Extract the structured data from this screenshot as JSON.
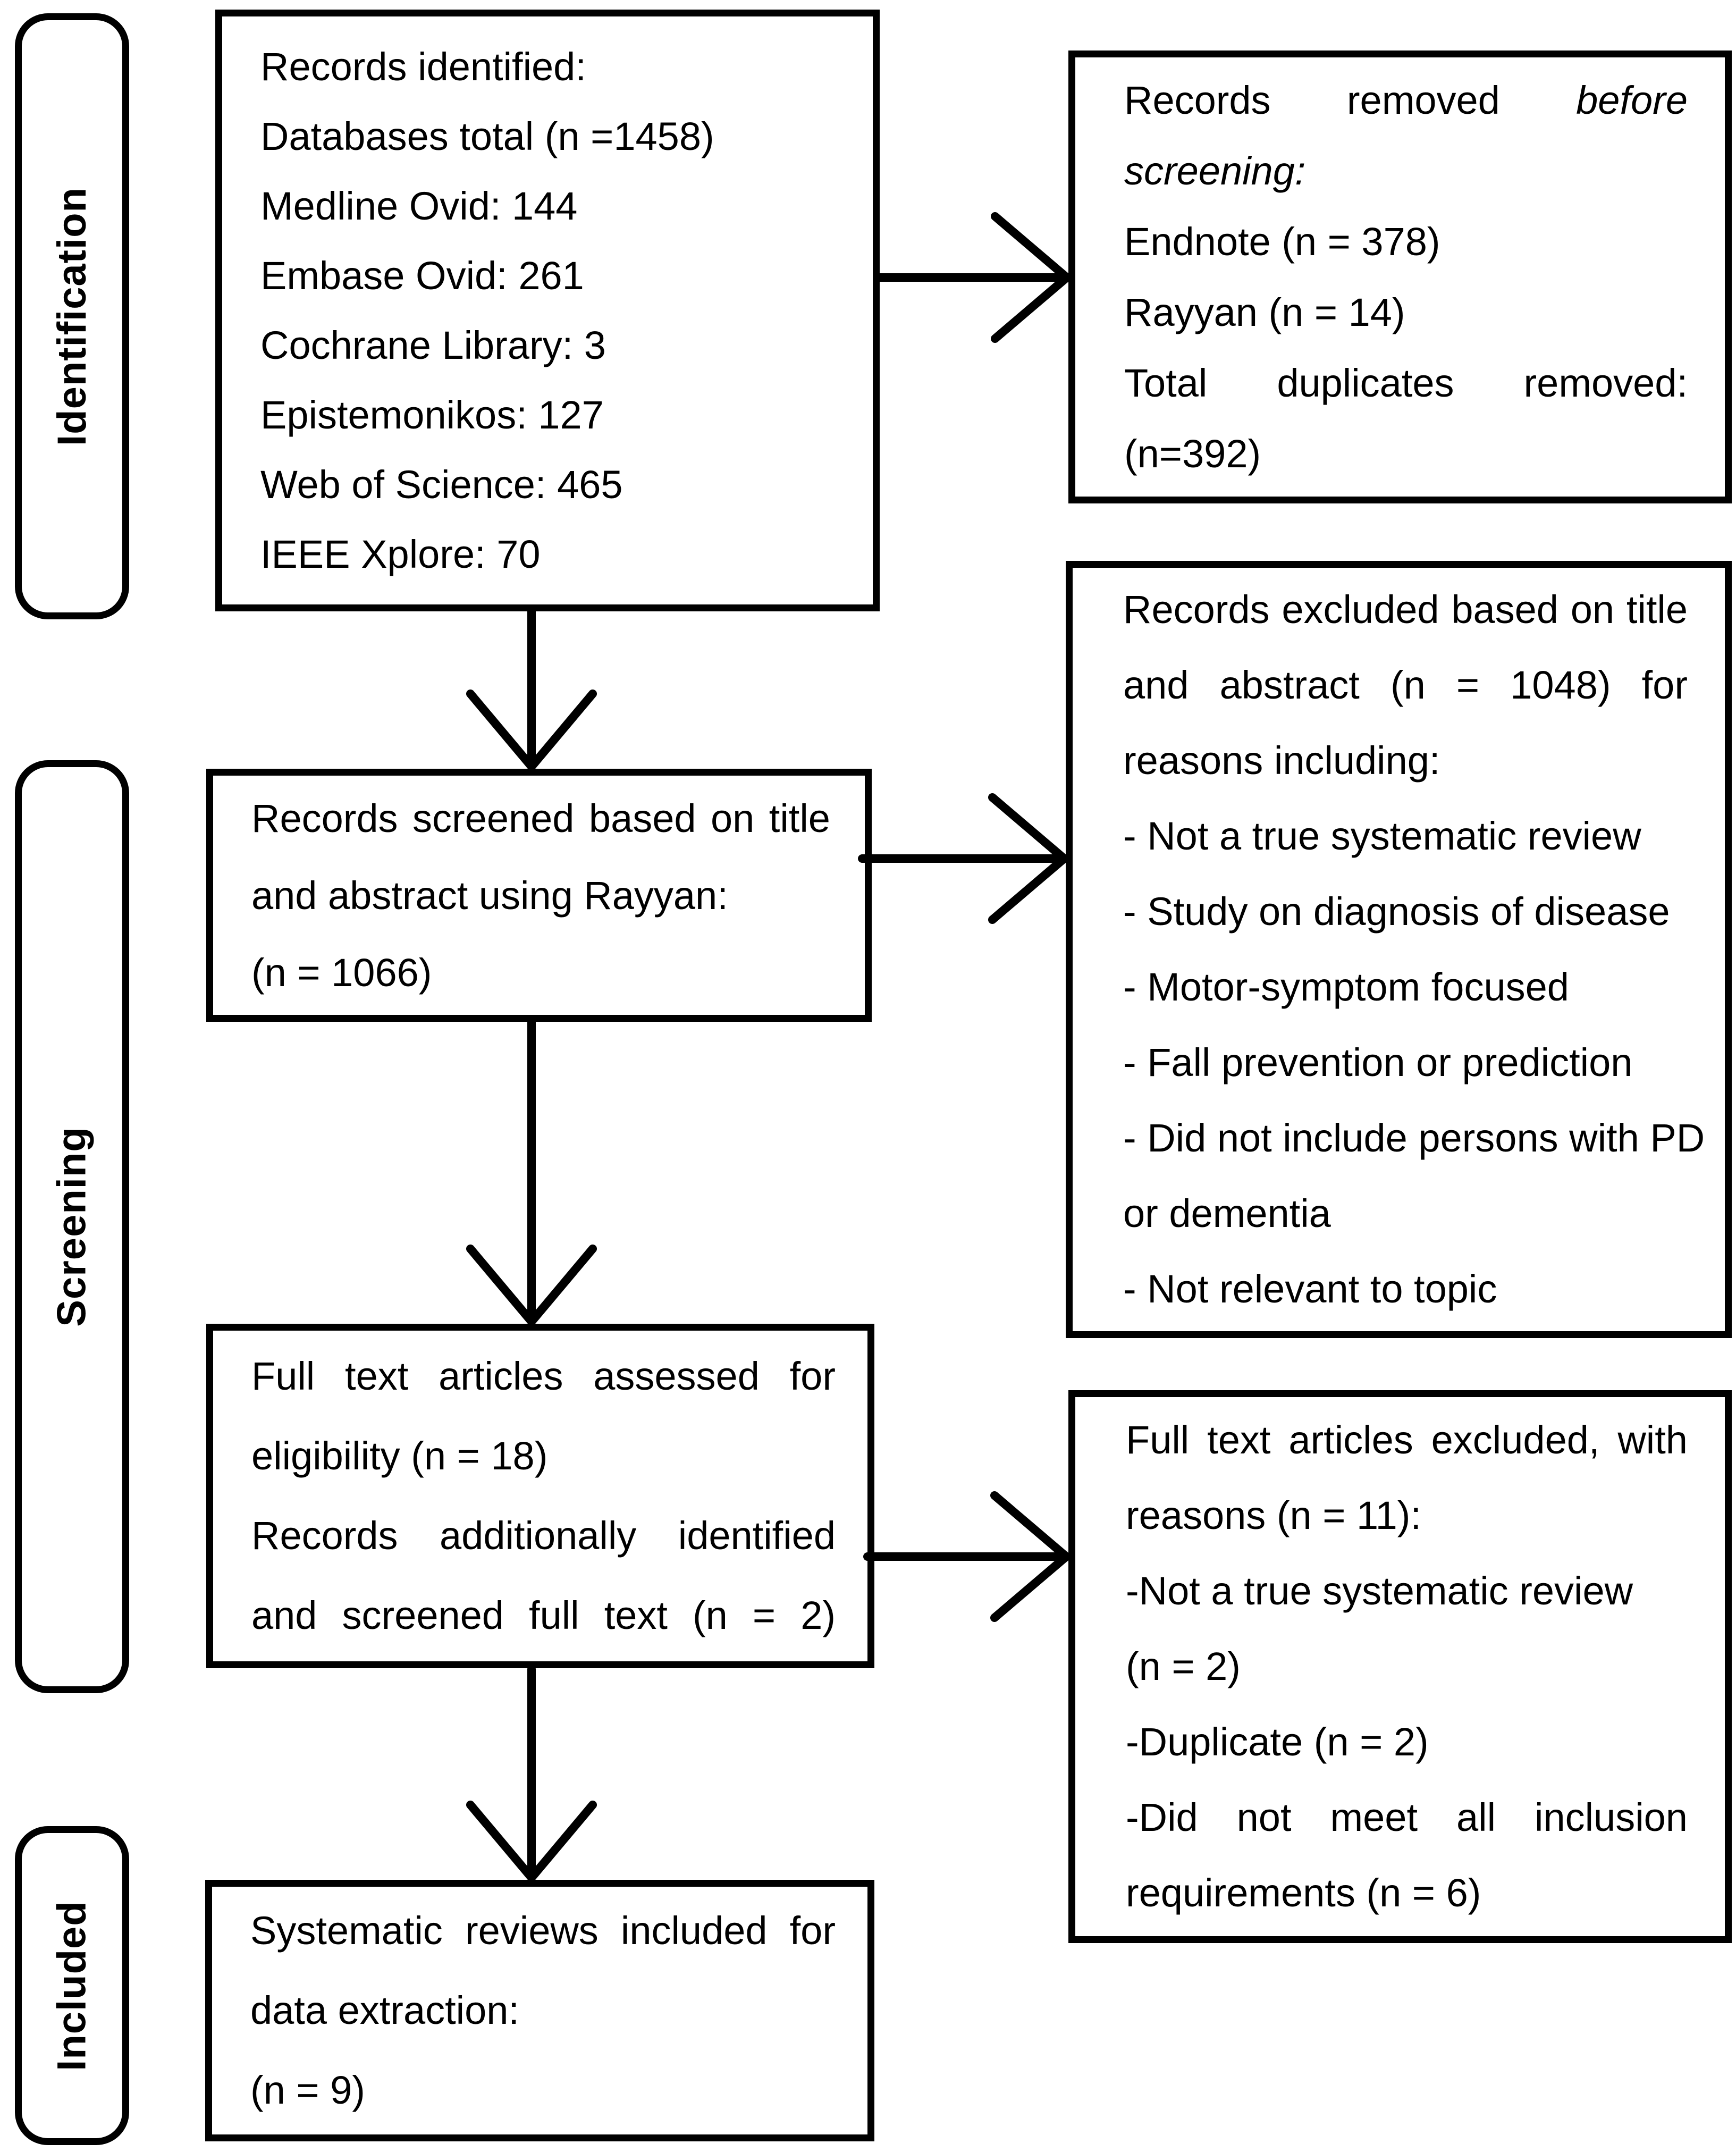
{
  "figure": {
    "type": "PRISMA flow diagram",
    "background_color": "#ffffff",
    "line_color": "#000000",
    "text_color": "#000000"
  },
  "stages": [
    {
      "id": "identification",
      "label": "Identification"
    },
    {
      "id": "screening",
      "label": "Screening"
    },
    {
      "id": "included",
      "label": "Included"
    }
  ],
  "boxes": {
    "records_identified": {
      "name": "Records identified",
      "lines": [
        {
          "t": "Records identified:",
          "align": "left"
        },
        {
          "t": "Databases total (n =1458)",
          "align": "left"
        },
        {
          "t": "Medline Ovid: 144",
          "align": "left"
        },
        {
          "t": "Embase Ovid: 261",
          "align": "left"
        },
        {
          "t": "Cochrane Library: 3",
          "align": "left"
        },
        {
          "t": "Epistemonikos: 127",
          "align": "left"
        },
        {
          "t": "Web of Science: 465",
          "align": "left"
        },
        {
          "t": "IEEE Xplore: 70",
          "align": "left"
        }
      ]
    },
    "removed_before_screening": {
      "name": "Records removed before screening",
      "lines": [
        {
          "t": "Records removed before",
          "align": "justify",
          "italic": [
            2
          ]
        },
        {
          "t": "screening:",
          "align": "left",
          "italic": [
            0
          ]
        },
        {
          "t": "Endnote (n = 378)",
          "align": "left"
        },
        {
          "t": "Rayyan (n = 14)",
          "align": "left"
        },
        {
          "t": "Total duplicates removed:",
          "align": "justify"
        },
        {
          "t": "(n=392)",
          "align": "left"
        }
      ]
    },
    "records_screened": {
      "name": "Records screened",
      "lines": [
        {
          "t": "Records screened based on title",
          "align": "justify"
        },
        {
          "t": "and abstract using Rayyan:",
          "align": "left"
        },
        {
          "t": "(n = 1066)",
          "align": "left"
        }
      ]
    },
    "excluded_title_abstract": {
      "name": "Records excluded based on title and abstract",
      "lines": [
        {
          "t": "Records excluded based on title",
          "align": "justify"
        },
        {
          "t": "and abstract (n = 1048) for",
          "align": "justify"
        },
        {
          "t": "reasons including:",
          "align": "left"
        },
        {
          "t": "- Not a true systematic review",
          "align": "left"
        },
        {
          "t": "- Study on diagnosis of disease",
          "align": "left"
        },
        {
          "t": "- Motor-symptom focused",
          "align": "left"
        },
        {
          "t": "- Fall prevention or prediction",
          "align": "left"
        },
        {
          "t": "- Did not include persons with PD",
          "align": "left"
        },
        {
          "t": "or dementia",
          "align": "left"
        },
        {
          "t": "- Not relevant to topic",
          "align": "left"
        }
      ]
    },
    "fulltext_assessed": {
      "name": "Full text articles assessed",
      "lines": [
        {
          "t": "Full text articles assessed for",
          "align": "justify"
        },
        {
          "t": "eligibility (n = 18)",
          "align": "left"
        },
        {
          "t": "Records additionally identified",
          "align": "justify"
        },
        {
          "t": "and screened full text (n = 2)",
          "align": "justify"
        }
      ]
    },
    "fulltext_excluded": {
      "name": "Full text articles excluded",
      "lines": [
        {
          "t": "Full text articles excluded, with",
          "align": "justify"
        },
        {
          "t": "reasons (n = 11):",
          "align": "left"
        },
        {
          "t": "-Not a true systematic review",
          "align": "left"
        },
        {
          "t": "(n = 2)",
          "align": "left"
        },
        {
          "t": "-Duplicate (n = 2)",
          "align": "left"
        },
        {
          "t": "-Did not meet all inclusion",
          "align": "justify"
        },
        {
          "t": "requirements (n = 6)",
          "align": "left"
        }
      ]
    },
    "included_reviews": {
      "name": "Systematic reviews included",
      "lines": [
        {
          "t": "Systematic reviews included for",
          "align": "justify"
        },
        {
          "t": "data extraction:",
          "align": "left"
        },
        {
          "t": "(n = 9)",
          "align": "left"
        }
      ]
    }
  },
  "connections": [
    {
      "from": "records_identified",
      "to": "removed_before_screening",
      "direction": "right"
    },
    {
      "from": "records_identified",
      "to": "records_screened",
      "direction": "down"
    },
    {
      "from": "records_screened",
      "to": "excluded_title_abstract",
      "direction": "right"
    },
    {
      "from": "records_screened",
      "to": "fulltext_assessed",
      "direction": "down"
    },
    {
      "from": "fulltext_assessed",
      "to": "fulltext_excluded",
      "direction": "right"
    },
    {
      "from": "fulltext_assessed",
      "to": "included_reviews",
      "direction": "down"
    }
  ]
}
